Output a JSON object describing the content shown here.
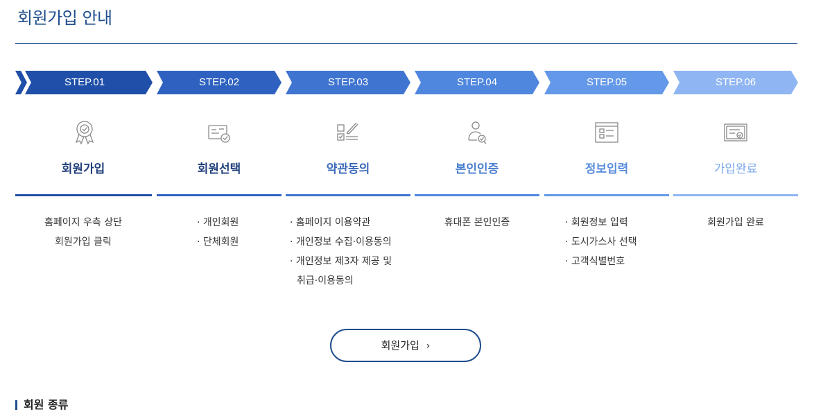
{
  "page": {
    "title": "회원가입 안내"
  },
  "steps": [
    {
      "label": "STEP.01",
      "name": "회원가입",
      "icon": "award-ribbon-icon",
      "color": "#1f4fa8",
      "name_color": "#1f3f7a",
      "desc": [
        "홈페이지 우측 상단",
        "회원가입 클릭"
      ]
    },
    {
      "label": "STEP.02",
      "name": "회원선택",
      "icon": "id-card-icon",
      "color": "#2f62c0",
      "name_color": "#1f3f7a",
      "desc": [
        "· 개인회원",
        "· 단체회원"
      ]
    },
    {
      "label": "STEP.03",
      "name": "약관동의",
      "icon": "checklist-pen-icon",
      "color": "#3f74d0",
      "name_color": "#3a6ab8",
      "desc": [
        "· 홈페이지 이용약관",
        "· 개인정보 수집·이용동의",
        "· 개인정보 제3자 제공 및",
        "  취급·이용동의"
      ]
    },
    {
      "label": "STEP.04",
      "name": "본인인증",
      "icon": "person-verify-icon",
      "color": "#4f86de",
      "name_color": "#4a7fd0",
      "desc": [
        "휴대폰 본인인증"
      ]
    },
    {
      "label": "STEP.05",
      "name": "정보입력",
      "icon": "form-window-icon",
      "color": "#6498e8",
      "name_color": "#5a8ddc",
      "desc": [
        "· 회원정보 입력",
        "· 도시가스사 선택",
        "· 고객식별번호"
      ]
    },
    {
      "label": "STEP.06",
      "name": "가입완료",
      "icon": "certificate-check-icon",
      "color": "#8fb5f2",
      "name_color": "#7aa5ea",
      "desc": [
        "회원가입 완료"
      ]
    }
  ],
  "join_button": {
    "label": "회원가입",
    "chevron": "›"
  },
  "section": {
    "heading": "회원 종류"
  }
}
